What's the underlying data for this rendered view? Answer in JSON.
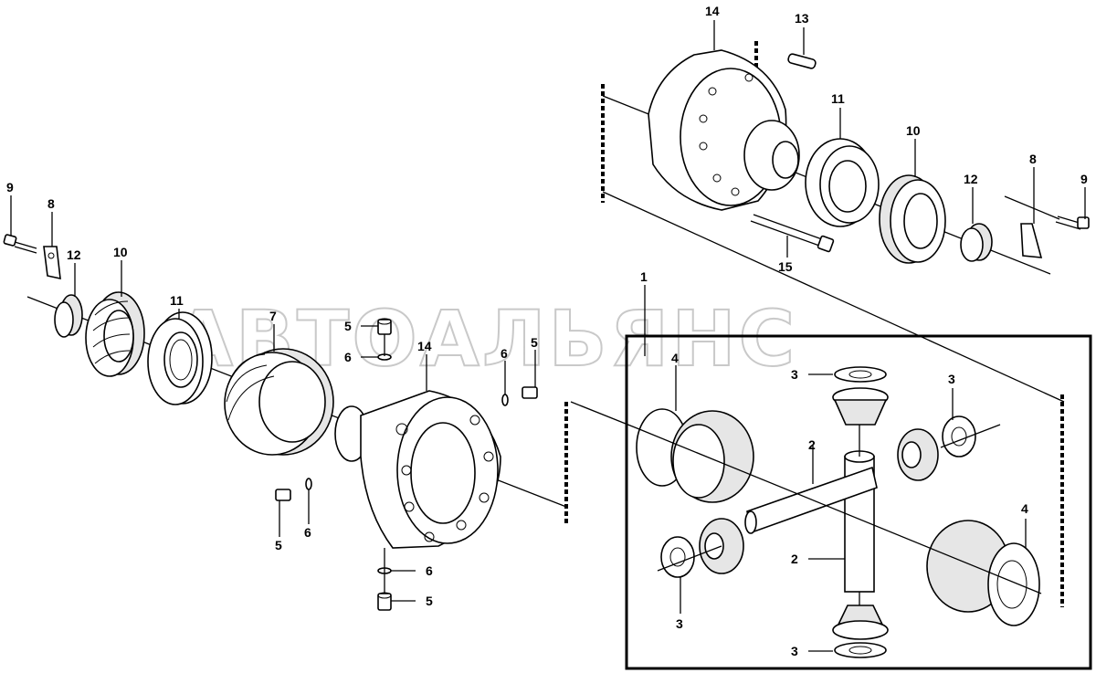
{
  "watermark": "АВТОАЛЬЯНС",
  "labels": {
    "l1": "1",
    "l2a": "2",
    "l2b": "2",
    "l3a": "3",
    "l3b": "3",
    "l3c": "3",
    "l3d": "3",
    "l4a": "4",
    "l4b": "4",
    "l5a": "5",
    "l5b": "5",
    "l5c": "5",
    "l5d": "5",
    "l6a": "6",
    "l6b": "6",
    "l6c": "6",
    "l6d": "6",
    "l7": "7",
    "l8a": "8",
    "l8b": "8",
    "l9a": "9",
    "l9b": "9",
    "l10a": "10",
    "l10b": "10",
    "l11a": "11",
    "l11b": "11",
    "l12a": "12",
    "l12b": "12",
    "l13": "13",
    "l14a": "14",
    "l14b": "14",
    "l15": "15"
  }
}
